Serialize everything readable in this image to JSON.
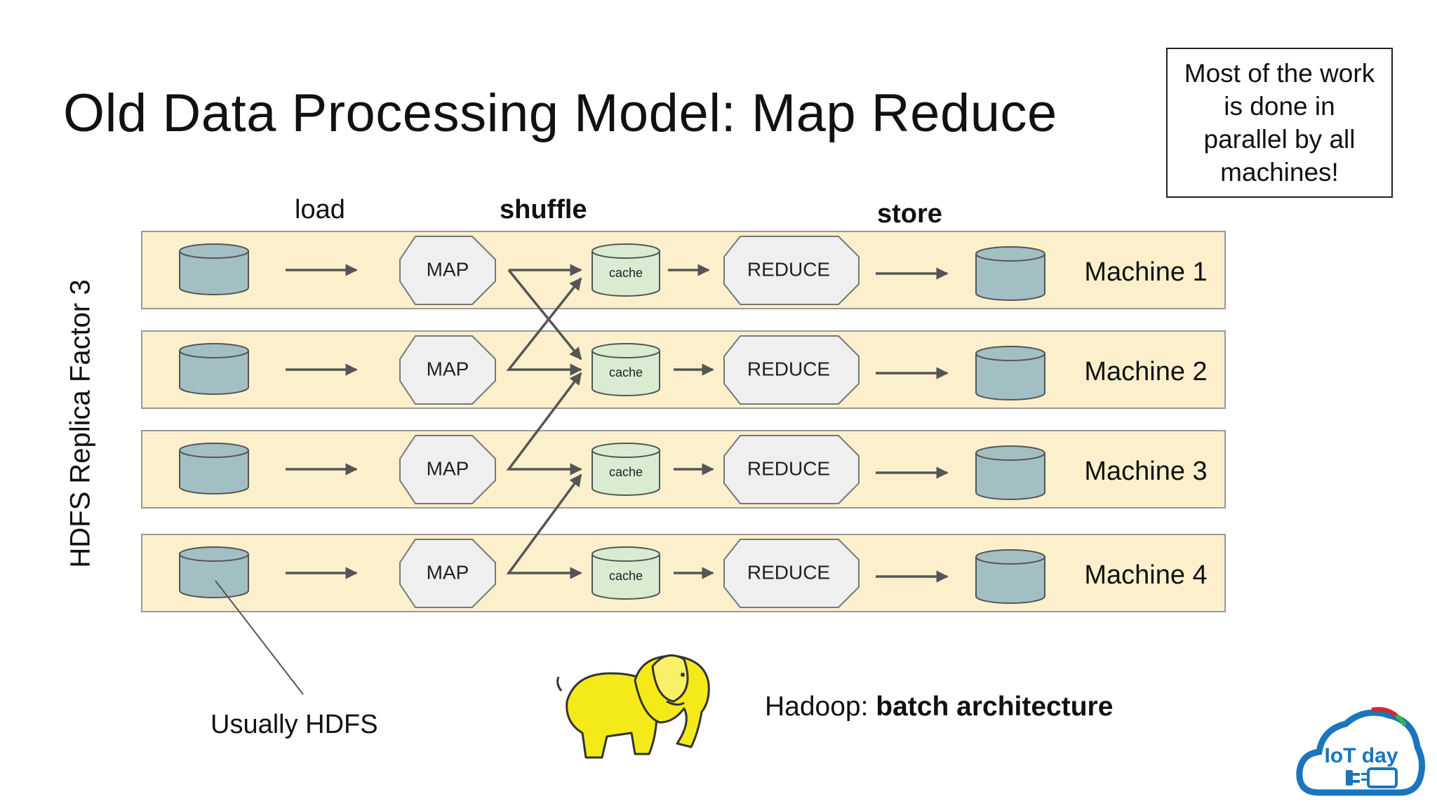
{
  "title": "Old Data Processing Model: Map Reduce",
  "note": "Most of the work is done in parallel by all machines!",
  "side_label": "HDFS Replica Factor 3",
  "steps": {
    "load": "load",
    "shuffle": "shuffle",
    "store": "store"
  },
  "machines": [
    {
      "name": "Machine 1",
      "map": "MAP",
      "cache": "cache",
      "reduce": "REDUCE"
    },
    {
      "name": "Machine 2",
      "map": "MAP",
      "cache": "cache",
      "reduce": "REDUCE"
    },
    {
      "name": "Machine 3",
      "map": "MAP",
      "cache": "cache",
      "reduce": "REDUCE"
    },
    {
      "name": "Machine 4",
      "map": "MAP",
      "cache": "cache",
      "reduce": "REDUCE"
    }
  ],
  "callout": "Usually HDFS",
  "footer": {
    "prefix": "Hadoop: ",
    "emphasis": "batch architecture"
  },
  "logo": {
    "text": "IoT day"
  },
  "colors": {
    "row_fill": "#fcf0cc",
    "db_fill": "#a2bfc4",
    "cache_fill": "#d9ecd2",
    "node_fill": "#efefef",
    "elephant": "#f4ea1a",
    "logo_blue": "#1b75bc"
  }
}
